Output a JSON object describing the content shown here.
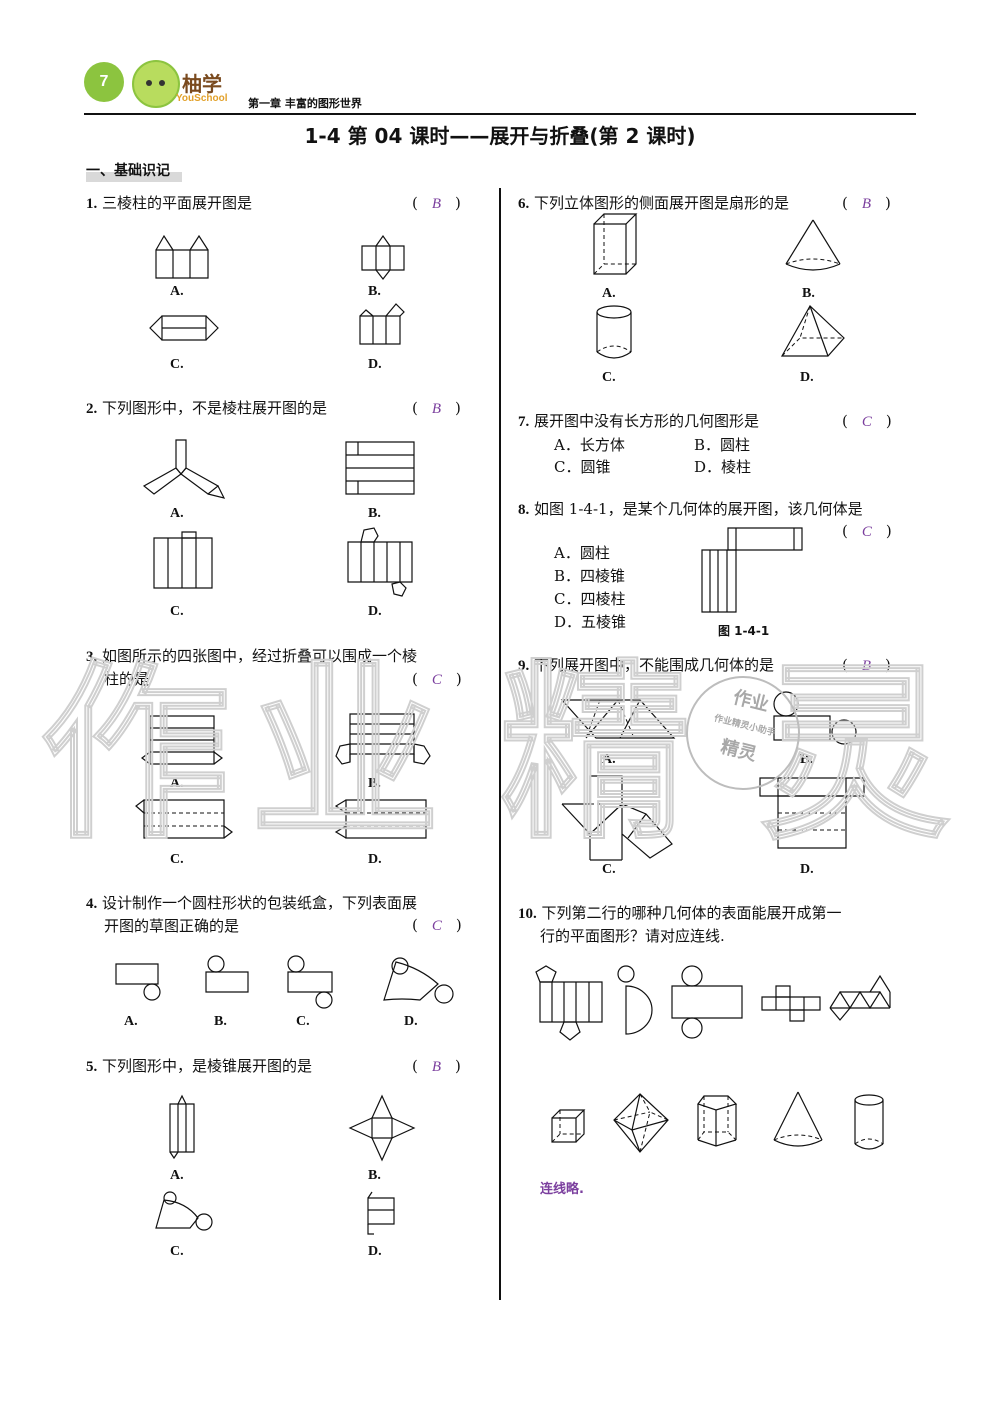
{
  "header": {
    "page_number": "7",
    "logo_text": "柚学",
    "logo_sub": "YouSchool",
    "chapter": "第一章  丰富的图形世界"
  },
  "title": "1-4  第 04 课时——展开与折叠(第 2 课时)",
  "section": "一、基础识记",
  "watermark": [
    "作",
    "业",
    "精",
    "灵"
  ],
  "stamp": {
    "top": "作业",
    "middle": "作业精灵小助手",
    "bottom": "精灵"
  },
  "questions": {
    "q1": {
      "num": "1.",
      "text": "三棱柱的平面展开图是",
      "answer": "B"
    },
    "q2": {
      "num": "2.",
      "text": "下列图形中，不是棱柱展开图的是",
      "answer": "B"
    },
    "q3": {
      "num": "3.",
      "text1": "如图所示的四张图中，经过折叠可以围成一个棱",
      "text2": "柱的是",
      "answer": "C"
    },
    "q4": {
      "num": "4.",
      "text1": "设计制作一个圆柱形状的包装纸盒，下列表面展",
      "text2": "开图的草图正确的是",
      "answer": "C"
    },
    "q5": {
      "num": "5.",
      "text": "下列图形中，是棱锥展开图的是",
      "answer": "B"
    },
    "q6": {
      "num": "6.",
      "text": "下列立体图形的侧面展开图是扇形的是",
      "answer": "B"
    },
    "q7": {
      "num": "7.",
      "text": "展开图中没有长方形的几何图形是",
      "answer": "C",
      "options": [
        "A．长方体",
        "B．圆柱",
        "C．圆锥",
        "D．棱柱"
      ]
    },
    "q8": {
      "num": "8.",
      "text": "如图 1-4-1，是某个几何体的展开图，该几何体是",
      "answer": "C",
      "options": [
        "A．圆柱",
        "B．四棱锥",
        "C．四棱柱",
        "D．五棱锥"
      ],
      "figure": "图 1-4-1"
    },
    "q9": {
      "num": "9.",
      "text": "下列展开图中，不能围成几何体的是",
      "answer": "B"
    },
    "q10": {
      "num": "10.",
      "text1": "下列第二行的哪种几何体的表面能展开成第一",
      "text2": "行的平面图形？请对应连线.",
      "note": "连线略."
    }
  },
  "labels": {
    "a": "A.",
    "b": "B.",
    "c": "C.",
    "d": "D."
  },
  "colors": {
    "answer": "#7b3f9e",
    "logo_green": "#8cc43f"
  }
}
